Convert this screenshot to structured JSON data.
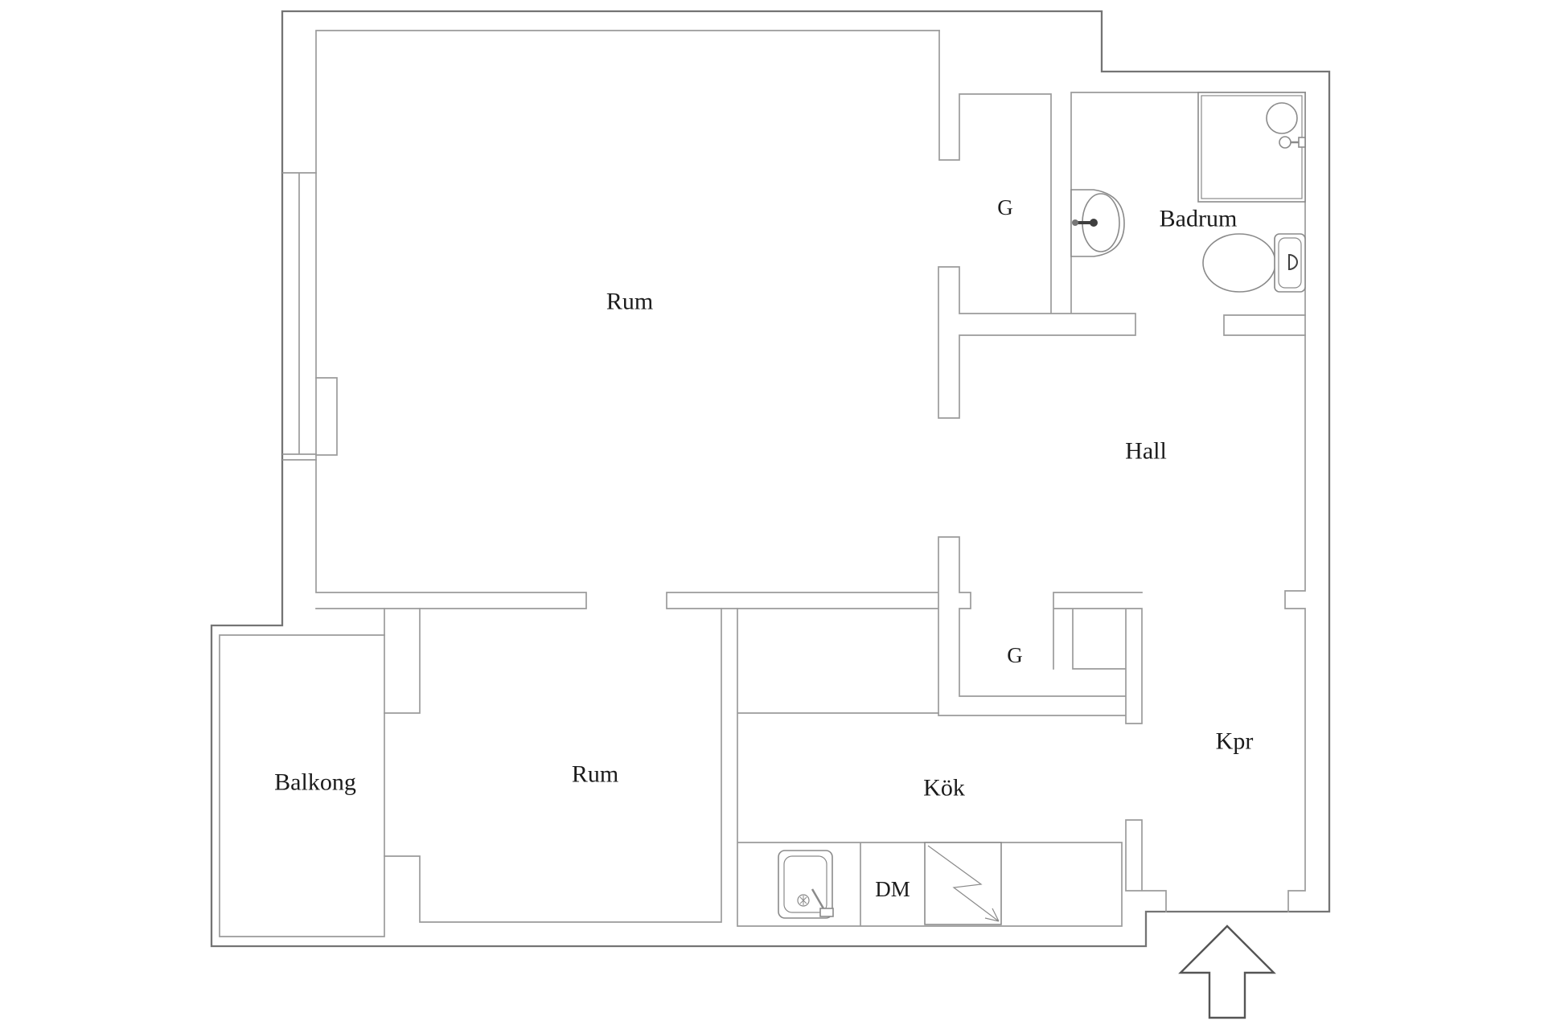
{
  "theme": {
    "background": "#ffffff",
    "wall_line": "#9b9b9b",
    "wall_line_dark": "#747474",
    "fixture_line": "#8a8a8a",
    "fixture_dark": "#3f3f3f",
    "label_text": "#1b1b1b"
  },
  "labels": {
    "rum1": "Rum",
    "g_upper": "G",
    "badrum": "Badrum",
    "hall": "Hall",
    "g_lower": "G",
    "balkong": "Balkong",
    "rum2": "Rum",
    "kok": "Kök",
    "kpr": "Kpr",
    "dm": "DM"
  },
  "fixtures": [
    "shower",
    "shower-head",
    "washbasin",
    "toilet",
    "kitchen-sink",
    "dishwasher-slot",
    "stove",
    "radiator",
    "window",
    "balcony",
    "entrance-arrow"
  ]
}
